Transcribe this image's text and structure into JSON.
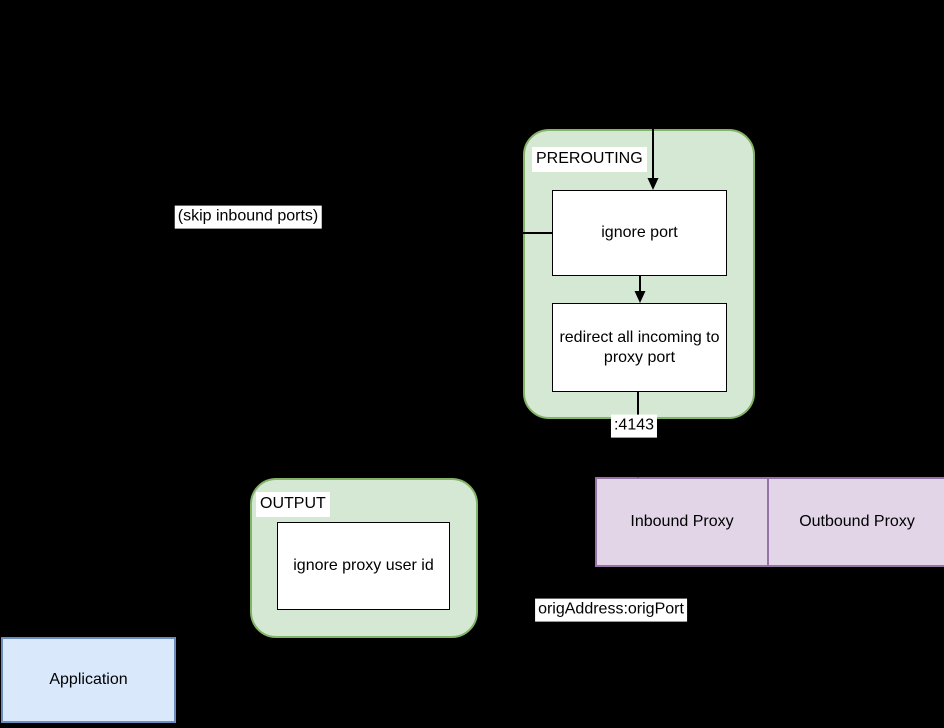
{
  "diagram": {
    "prerouting": {
      "title": "PREROUTING",
      "steps": [
        "ignore port",
        "redirect all incoming to proxy port"
      ]
    },
    "output": {
      "title": "OUTPUT",
      "steps": [
        "ignore proxy user id"
      ]
    },
    "proxies": {
      "inbound": "Inbound Proxy",
      "outbound": "Outbound Proxy"
    },
    "application": {
      "label": "Application"
    },
    "labels": {
      "skip_inbound_ports": "(skip inbound ports)",
      "proxy_port": ":4143",
      "orig_address": "origAddress:origPort"
    },
    "colors": {
      "background": "#000000",
      "chain_fill": "#d5e8d4",
      "chain_border": "#82b366",
      "proxy_fill": "#e1d5e7",
      "proxy_border": "#9673a6",
      "application_fill": "#dae8fc",
      "application_border": "#6c8ebf",
      "step_fill": "#ffffff",
      "line": "#000000",
      "label_bg": "#ffffff"
    }
  }
}
